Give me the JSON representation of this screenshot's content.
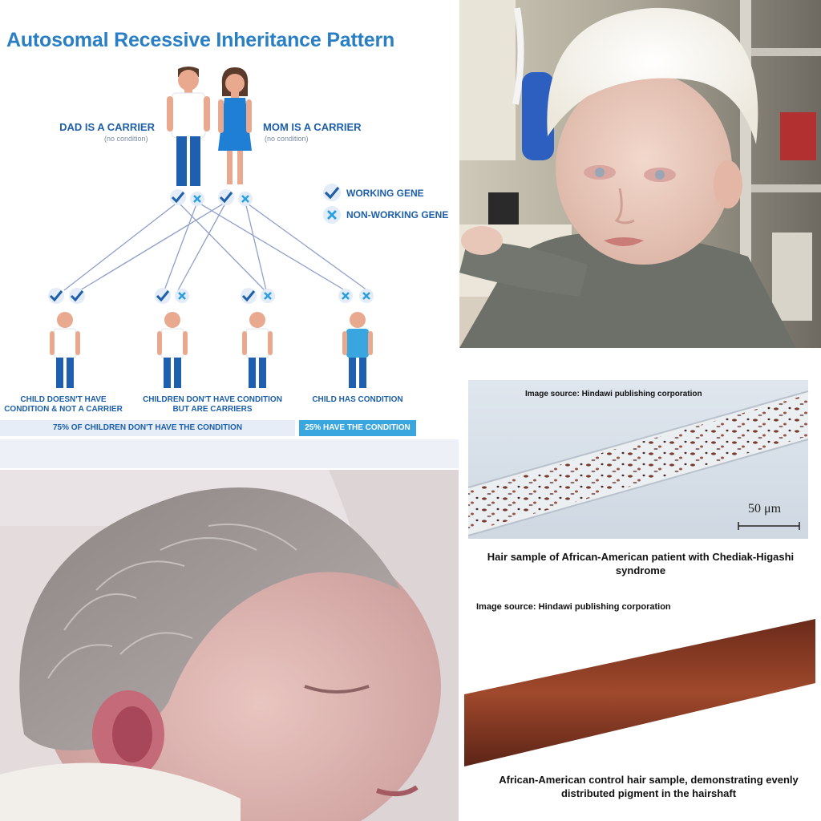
{
  "diagram": {
    "title": "Autosomal Recessive Inheritance Pattern",
    "dad_label": "DAD IS A CARRIER",
    "dad_sub": "(no condition)",
    "mom_label": "MOM IS A CARRIER",
    "mom_sub": "(no condition)",
    "legend_working": "WORKING GENE",
    "legend_nonworking": "NON-WORKING GENE",
    "child1_label": "CHILD DOESN'T HAVE CONDITION & NOT A CARRIER",
    "children_label": "CHILDREN DON'T HAVE CONDITION BUT ARE CARRIERS",
    "child4_label": "CHILD HAS CONDITION",
    "bar_left": "75% OF CHILDREN DON'T HAVE THE CONDITION",
    "bar_right": "25% HAVE THE CONDITION",
    "colors": {
      "accent": "#2a7fc4",
      "dark_blue": "#1d5fa8",
      "light_blue": "#3aa6e0",
      "skin": "#e8a98f"
    }
  },
  "micro": {
    "source_1": "Image source: Hindawi publishing corporation",
    "scale_label": "50 μm",
    "caption_1": "Hair sample of African-American patient with Chediak-Higashi syndrome",
    "source_2": "Image source: Hindawi publishing corporation",
    "caption_2": "African-American control hair sample, demonstrating evenly distributed pigment in the hairshaft"
  },
  "photos": {
    "boy": "photo-boy-white-hair",
    "baby": "photo-newborn-silver-hair"
  }
}
